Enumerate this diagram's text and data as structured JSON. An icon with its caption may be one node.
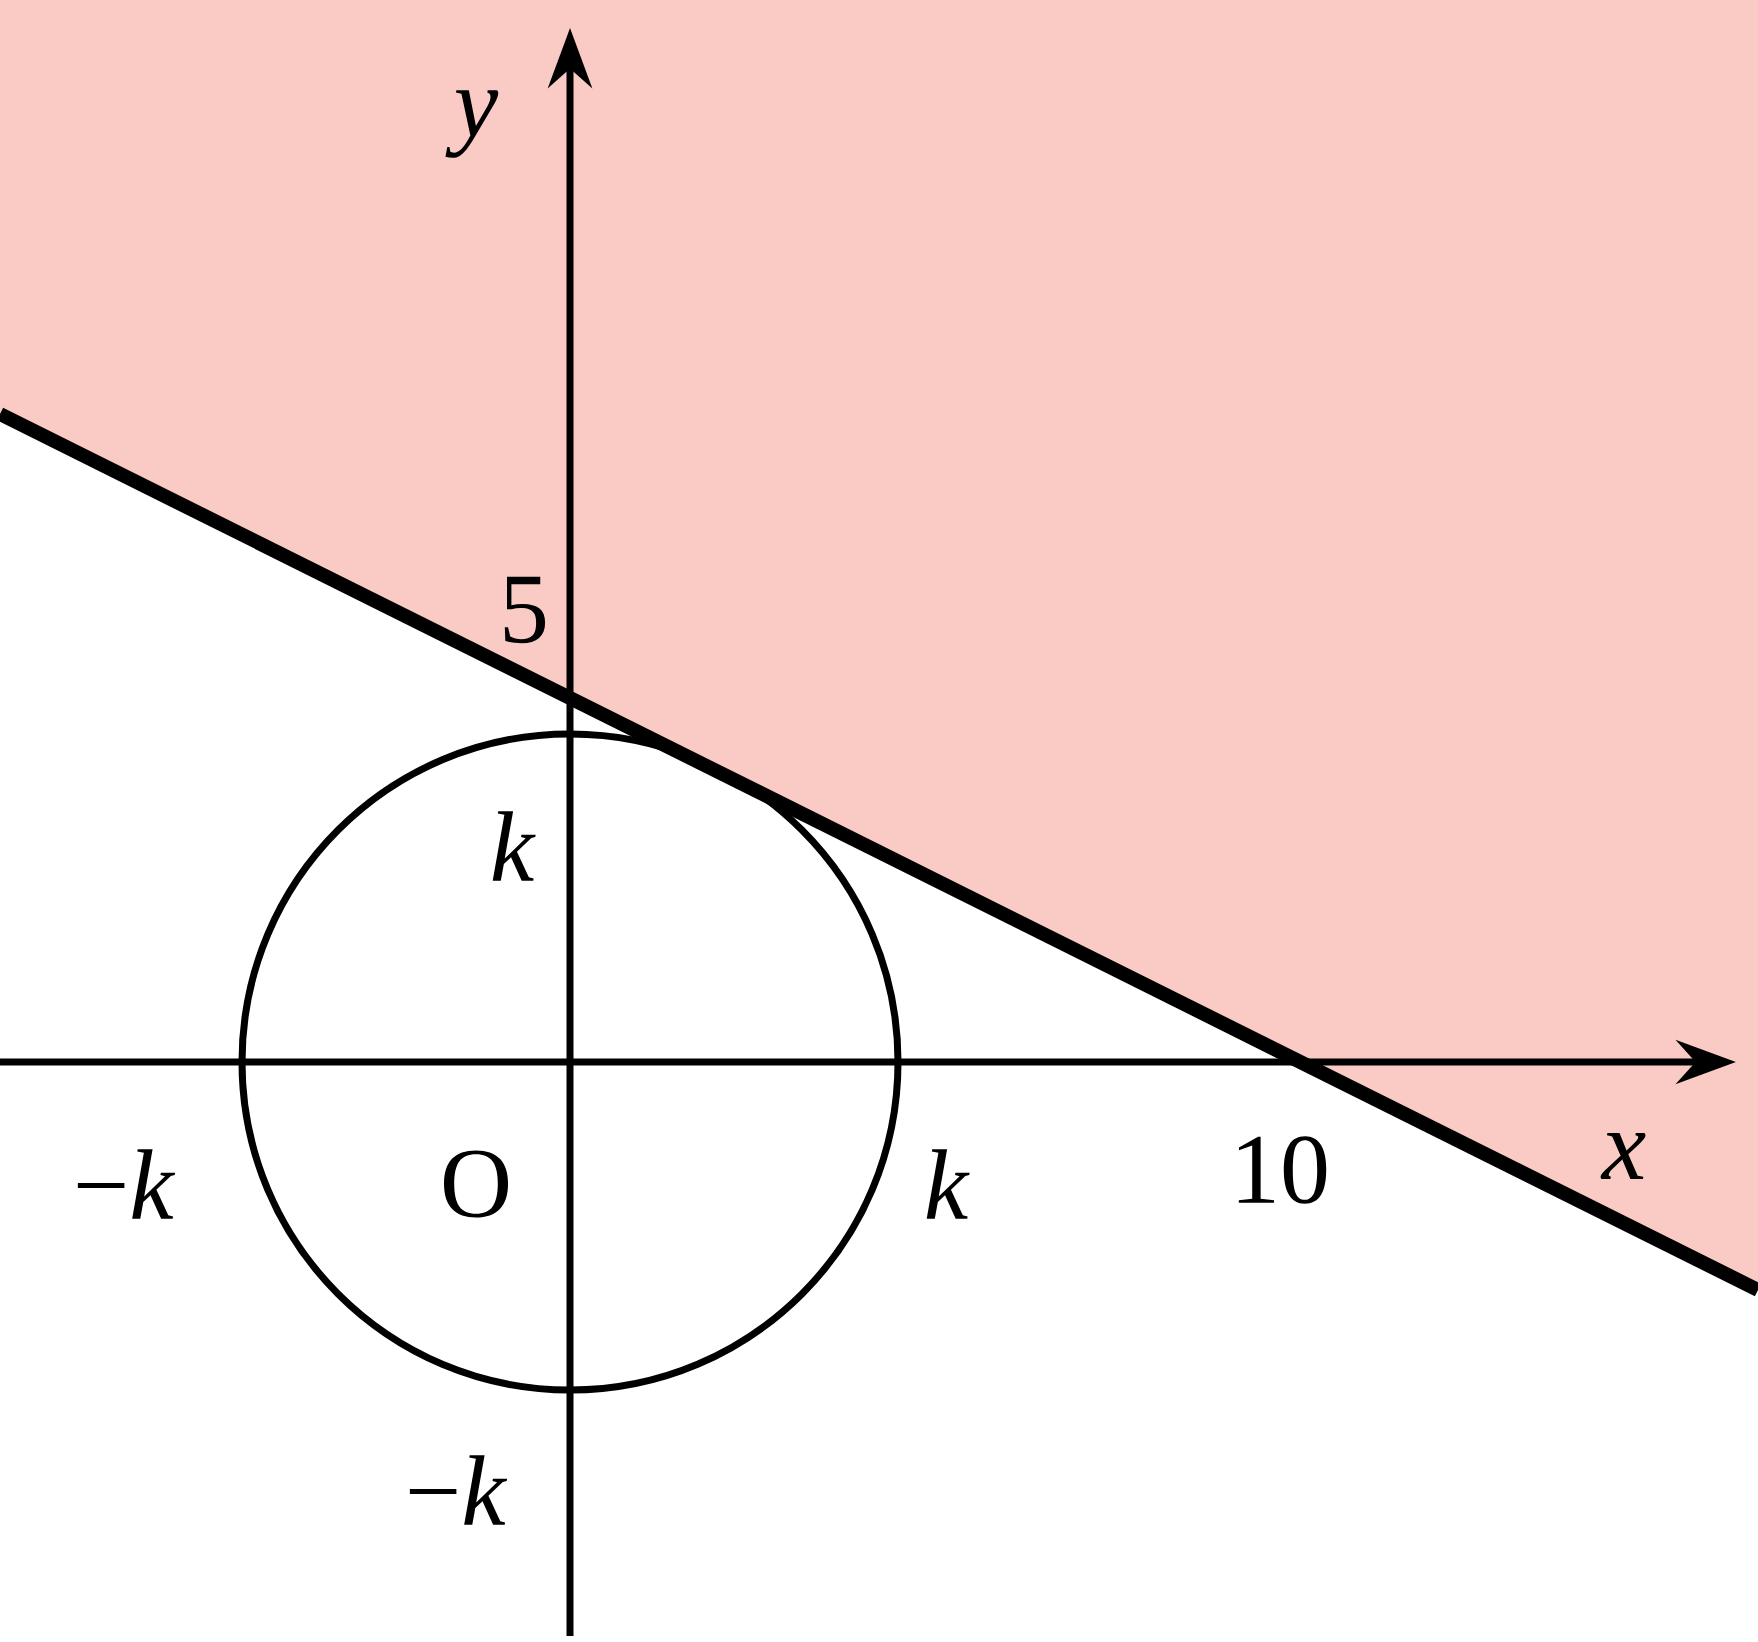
{
  "diagram": {
    "labels": [
      "y",
      "5",
      "k",
      "−*k*",
      "O",
      "k",
      "10",
      "x",
      "−*k*"
    ]
  }
}
